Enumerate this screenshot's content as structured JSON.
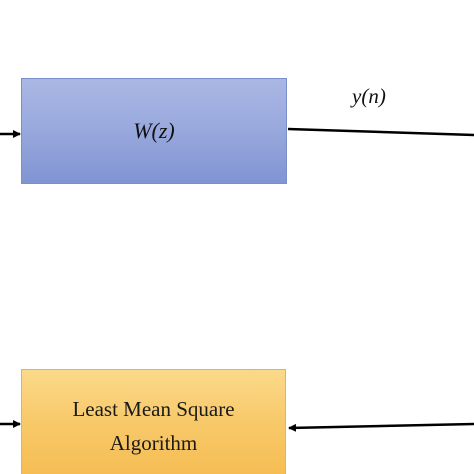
{
  "blocks": {
    "filter": {
      "label": "W(z)",
      "fill_top": "#aab7e4",
      "fill_bottom": "#8194d3",
      "border": "#7a8fc9"
    },
    "lms": {
      "line1": "Least Mean Square",
      "line2": "Algorithm",
      "fill_top": "#fbd98a",
      "fill_bottom": "#f5bd54",
      "border": "#e3b25a"
    }
  },
  "signals": {
    "output_label": "y(n)"
  },
  "line_color": "#000000"
}
